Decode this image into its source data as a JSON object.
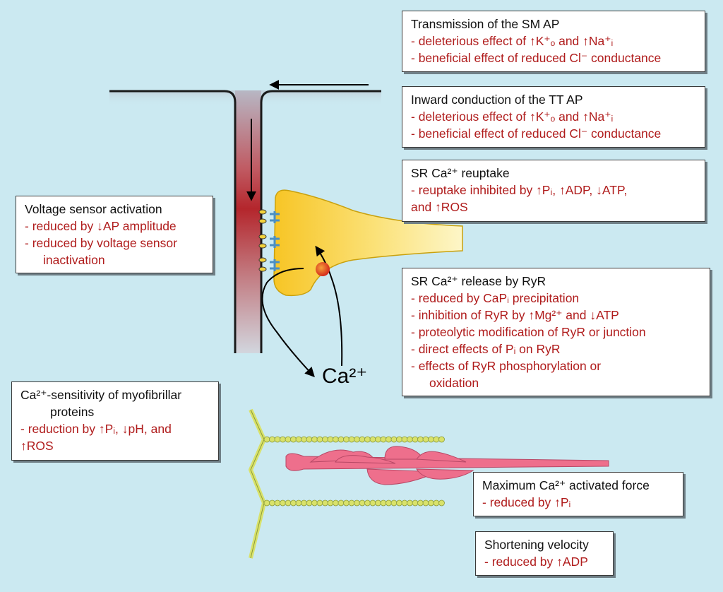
{
  "boxes": {
    "sm_ap": {
      "title": "Transmission of the SM AP",
      "items": [
        "- deleterious effect of ↑K⁺ₒ and ↑Na⁺ᵢ",
        "- beneficial effect of reduced Cl⁻ conductance"
      ]
    },
    "tt_ap": {
      "title": "Inward conduction of the TT AP",
      "items": [
        "- deleterious effect of ↑K⁺ₒ and ↑Na⁺ᵢ",
        "- beneficial effect of reduced Cl⁻ conductance"
      ]
    },
    "sr_reuptake": {
      "title": "SR Ca²⁺ reuptake",
      "items": [
        "- reuptake inhibited by ↑Pᵢ, ↑ADP, ↓ATP,",
        "and ↑ROS"
      ]
    },
    "voltage": {
      "title": "Voltage sensor activation",
      "items": [
        "- reduced by ↓AP amplitude",
        "- reduced by voltage sensor",
        "inactivation"
      ]
    },
    "ryr": {
      "title": "SR Ca²⁺ release by RyR",
      "items": [
        "- reduced by CaPᵢ precipitation",
        "- inhibition of RyR by ↑Mg²⁺ and ↓ATP",
        "- proteolytic modification of RyR or junction",
        "- direct effects of Pᵢ on RyR",
        "- effects of RyR phosphorylation or",
        "oxidation"
      ]
    },
    "sensitivity": {
      "title_1": "Ca²⁺-sensitivity of myofibrillar",
      "title_2": "proteins",
      "items": [
        "- reduction by ↑Pᵢ, ↓pH, and",
        "↑ROS"
      ]
    },
    "max_force": {
      "title": "Maximum Ca²⁺ activated force",
      "items": [
        "- reduced by ↑Pᵢ"
      ]
    },
    "velocity": {
      "title": "Shortening velocity",
      "items": [
        "- reduced by ↑ADP"
      ]
    }
  },
  "ca_label": "Ca²⁺",
  "colors": {
    "background": "#cbe9f1",
    "item_text": "#b01c1c",
    "sr": "#f5cf2e",
    "myosin": "#ee6f8c",
    "actin": "#d9e26a",
    "tubule_red": "#b4262c"
  }
}
